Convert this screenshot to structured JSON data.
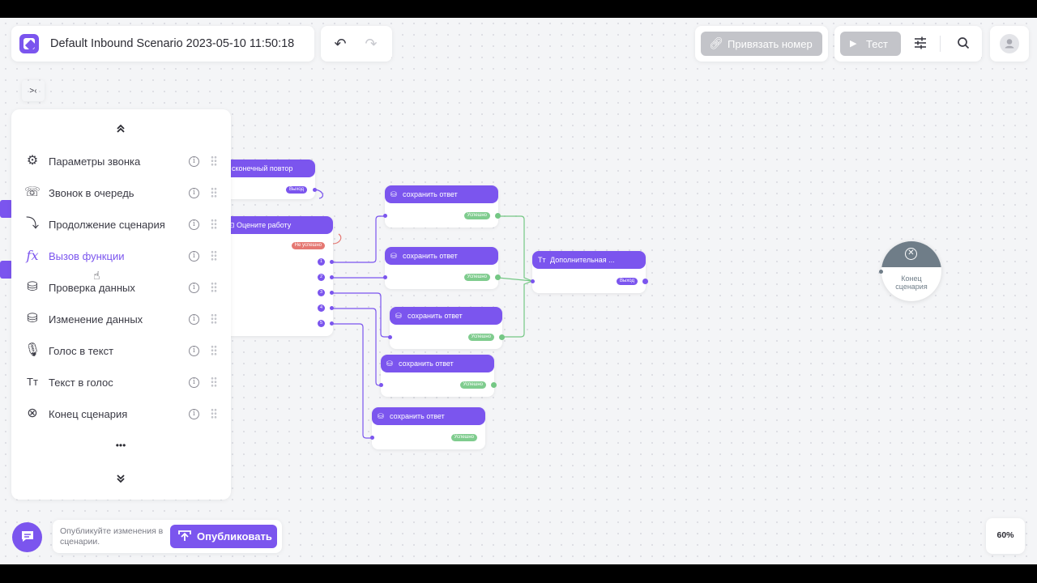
{
  "header": {
    "title": "Default Inbound Scenario 2023-05-10 11:50:18",
    "bind_number_label": "Привязать номер",
    "test_label": "Тест"
  },
  "toolbar_icons": [
    "logo",
    "undo-icon",
    "redo-icon",
    "link-icon",
    "play-icon",
    "sliders-icon",
    "search-icon",
    "user-icon"
  ],
  "sidebar": {
    "collapse_label": ">‹",
    "items": [
      {
        "label": "Параметры звонка",
        "icon": "call-settings-icon"
      },
      {
        "label": "Звонок в очередь",
        "icon": "queue-call-icon"
      },
      {
        "label": "Продолжение сценария",
        "icon": "continue-scenario-icon"
      },
      {
        "label": "Вызов функции",
        "icon": "function-icon",
        "active": true
      },
      {
        "label": "Проверка данных",
        "icon": "data-check-icon"
      },
      {
        "label": "Изменение данных",
        "icon": "data-edit-icon"
      },
      {
        "label": "Голос в текст",
        "icon": "voice-to-text-icon"
      },
      {
        "label": "Текст в голос",
        "icon": "text-to-voice-icon"
      },
      {
        "label": "Конец сценария",
        "icon": "end-scenario-icon"
      }
    ],
    "more_label": "•••"
  },
  "canvas": {
    "node_loop": {
      "title": "сконечный повтор",
      "out": "Выход"
    },
    "node_rate": {
      "title": "Оцените работу",
      "fail": "Не успешно",
      "outputs": [
        "1",
        "2",
        "3",
        "4",
        "5"
      ]
    },
    "save_nodes": [
      {
        "title": "сохранить ответ",
        "status": "Успешно"
      },
      {
        "title": "сохранить ответ",
        "status": "Успешно"
      },
      {
        "title": "сохранить ответ",
        "status": "Успешно"
      },
      {
        "title": "сохранить ответ",
        "status": "Успешно"
      },
      {
        "title": "сохранить ответ",
        "status": "Успешно"
      }
    ],
    "node_extra": {
      "title": "Дополнительная ...",
      "out": "Выход"
    },
    "end_node": {
      "label": "Конец сценария"
    }
  },
  "footer": {
    "publish_hint": "Опубликуйте изменения в сценарии.",
    "publish_label": "Опубликовать",
    "zoom": "60%"
  },
  "colors": {
    "accent": "#7b55ee",
    "success": "#7fcc8e",
    "fail": "#e57872",
    "end_node": "#6f7d88"
  }
}
